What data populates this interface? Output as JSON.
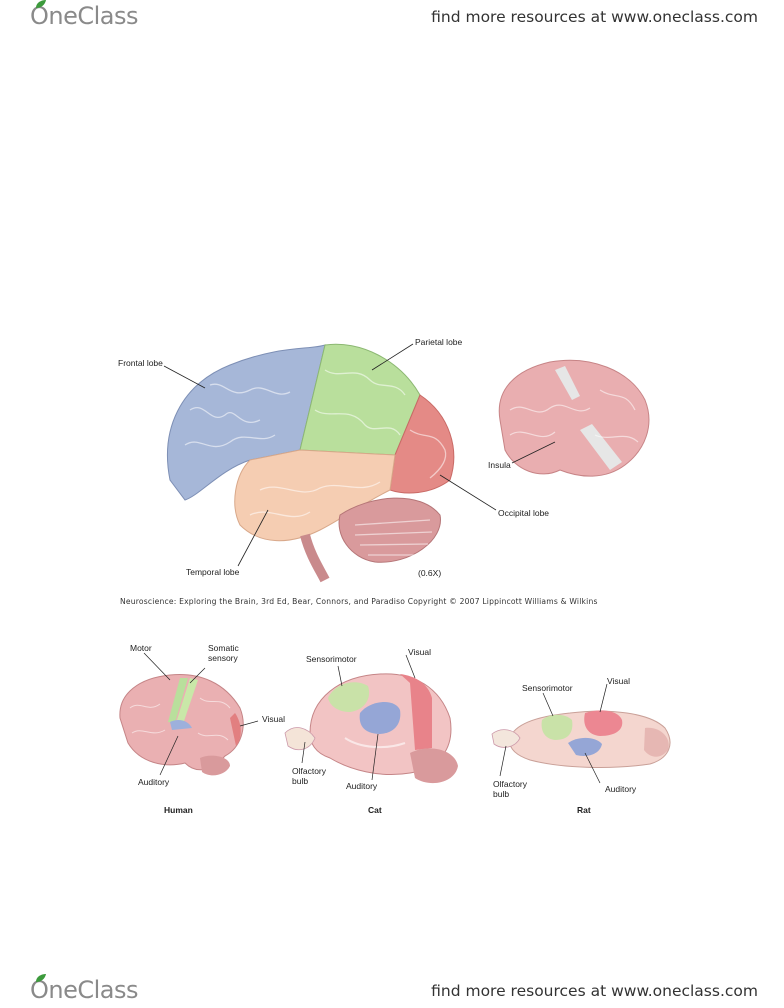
{
  "header": {
    "logo": "OneClass",
    "tagline": "find more resources at www.oneclass.com"
  },
  "footer": {
    "logo": "OneClass",
    "tagline": "find more resources at www.oneclass.com"
  },
  "figure_top": {
    "labels": {
      "frontal": "Frontal lobe",
      "parietal": "Parietal lobe",
      "occipital": "Occipital lobe",
      "temporal": "Temporal lobe",
      "insula": "Insula",
      "magnification": "(0.6X)"
    },
    "colors": {
      "frontal": "#a6b7d8",
      "parietal": "#b9df9c",
      "occipital": "#e48a86",
      "temporal": "#f5cdb2",
      "cerebellum": "#d99a9c"
    }
  },
  "credit": "Neuroscience: Exploring the Brain, 3rd Ed, Bear, Connors, and Paradiso Copyright © 2007 Lippincott Williams & Wilkins",
  "figure_bottom": {
    "human": {
      "caption": "Human",
      "motor": "Motor",
      "somatic_1": "Somatic",
      "somatic_2": "sensory",
      "visual": "Visual",
      "auditory": "Auditory"
    },
    "cat": {
      "caption": "Cat",
      "sensorimotor": "Sensorimotor",
      "visual": "Visual",
      "olfactory_1": "Olfactory",
      "olfactory_2": "bulb",
      "auditory": "Auditory"
    },
    "rat": {
      "caption": "Rat",
      "sensorimotor": "Sensorimotor",
      "visual": "Visual",
      "olfactory_1": "Olfactory",
      "olfactory_2": "bulb",
      "auditory": "Auditory"
    }
  }
}
